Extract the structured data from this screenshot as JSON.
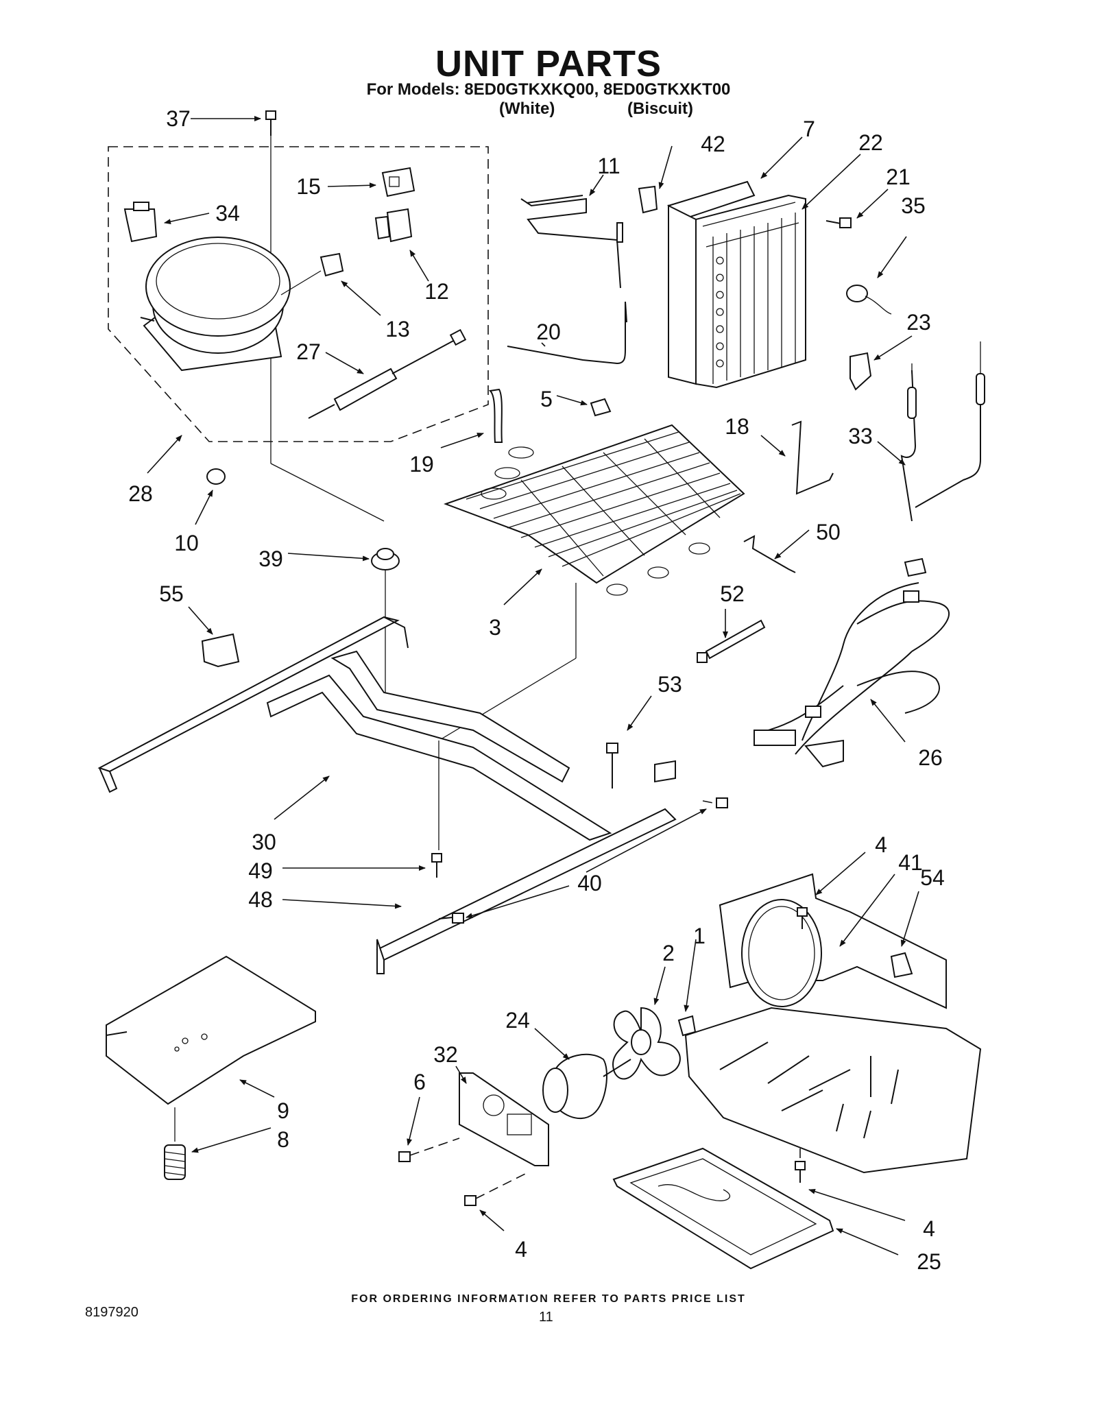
{
  "header": {
    "title": "UNIT PARTS",
    "models_line": "For Models: 8ED0GTKXKQ00, 8ED0GTKXKT00",
    "color_white": "(White)",
    "color_biscuit": "(Biscuit)"
  },
  "callouts": {
    "c37": "37",
    "c42": "42",
    "c7": "7",
    "c22": "22",
    "c11": "11",
    "c15": "15",
    "c34": "34",
    "c21": "21",
    "c35": "35",
    "c12": "12",
    "c13": "13",
    "c27": "27",
    "c20": "20",
    "c23": "23",
    "c5": "5",
    "c18": "18",
    "c33": "33",
    "c19": "19",
    "c28": "28",
    "c10": "10",
    "c39": "39",
    "c50": "50",
    "c55": "55",
    "c52": "52",
    "c3": "3",
    "c53": "53",
    "c26": "26",
    "c30": "30",
    "c49": "49",
    "c40": "40",
    "c48": "48",
    "c4a": "4",
    "c41": "41",
    "c54": "54",
    "c1": "1",
    "c2": "2",
    "c24": "24",
    "c32": "32",
    "c6": "6",
    "c9": "9",
    "c8": "8",
    "c4b": "4",
    "c4c": "4",
    "c25": "25"
  },
  "footer": {
    "note": "FOR ORDERING INFORMATION REFER TO PARTS PRICE LIST",
    "doc_number": "8197920",
    "page_number": "11"
  }
}
